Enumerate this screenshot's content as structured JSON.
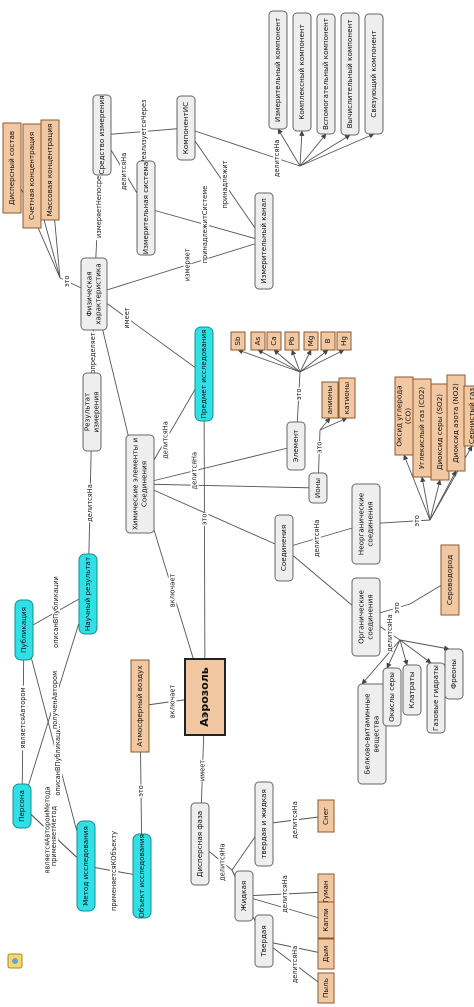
{
  "colors": {
    "accent_cyan": "#2fe0e6",
    "accent_orange": "#f2c8a2",
    "gray": "#eeeeee",
    "stroke": "#333333",
    "edge": "#555555"
  },
  "corner_icon": "small-yellow-app-icon",
  "nodes": {
    "aerosol": "Аэрозоль",
    "atm_air": "Атмосферный воздух",
    "obj_research": "Объект исследования",
    "method_research": "Метод исследования",
    "person": "Персона",
    "publication": "Публикация",
    "sci_result": "Научный результат",
    "subject_research": "Предмет исследования",
    "chem_elements": "Химические элементы и Соединения",
    "meas_result": "Результат измерения",
    "phys_char": "Физическая характеристика",
    "disperse_comp": "Дисперсный состав",
    "count_conc": "Счетная концентрация",
    "mass_conc": "Массовая концентрация",
    "meas_means": "Средство измерения",
    "meas_system": "Измерительная система",
    "meas_channel": "Измерительный канал",
    "component_is": "КомпонентИС",
    "c_meas": "Измерительный компонент",
    "c_complex": "Комплексный компонент",
    "c_aux": "Вспомогательный компонент",
    "c_comp": "Вычислительный компонент",
    "c_link": "Связующий компонент",
    "element": "Элемент",
    "ions": "Ионы",
    "anions": "анионы",
    "cations": "катионы",
    "compounds": "Соединения",
    "inorganic": "Неорганические соединения",
    "organic": "Органические соединения",
    "co": "Оксид углерода (CO)",
    "co2": "Углекислый газ (CO2)",
    "so2": "Диоксид серы (SO2)",
    "no2": "Диоксид азота (NO2)",
    "h2s": "Сернистый газ",
    "h2s_hydrogen": "Сероводород",
    "protein": "Белково-витаминные вещества",
    "sulfur_ox": "Окислы серы",
    "clathrates": "Клатраты",
    "gas_hydrates": "Газовые гидраты",
    "freons": "Фреоны",
    "disperse_phase": "Дисперсная фаза",
    "solid": "Твердая",
    "liquid": "Жидкая",
    "solid_liquid": "твердая и жидкая",
    "dust": "Пыль",
    "smoke": "Дым",
    "fog": "Туман",
    "drops": "Капли",
    "snow": "Снег",
    "elements": [
      "Sb",
      "As",
      "Ca",
      "Pb",
      "Mg",
      "B",
      "Hg"
    ]
  },
  "edges": {
    "includes": "включает",
    "includes2": "включает",
    "is_a": "это",
    "has": "имеет",
    "divided": "делитсяНа",
    "applies_method": "применяетМетод",
    "is_author": "являетсяАвтором",
    "is_method_author": "являетсяАвторомМетода",
    "described_pub": "описанВПубликации",
    "got_by_author": "полученАвтором",
    "applies_obj": "применяетсяКОбъекту",
    "defines": "определяет",
    "measures_directly": "измеряетНепосредственно",
    "realized_via": "РеализуетсяЧерез",
    "belongs": "принадлежит",
    "belongs_sys": "принадлежитСистеме",
    "measures": "измеряет"
  }
}
